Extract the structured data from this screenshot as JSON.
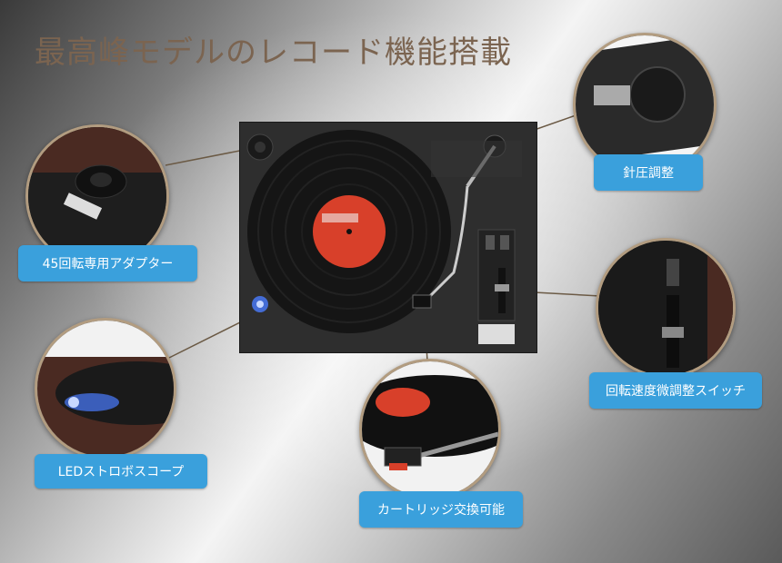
{
  "title": "最高峰モデルのレコード機能搭載",
  "features": {
    "adapter": "45回転専用アダプター",
    "stylus_pressure": "針圧調整",
    "pitch_switch": "回転速度微調整スイッチ",
    "strobe": "LEDストロボスコープ",
    "cartridge": "カートリッジ交換可能"
  },
  "colors": {
    "label_bg": "#3aa0dc",
    "circle_border": "#b29c80",
    "title_color": "#7b6450",
    "record_label": "#d8402a",
    "strobe_led": "#4a7cff"
  }
}
